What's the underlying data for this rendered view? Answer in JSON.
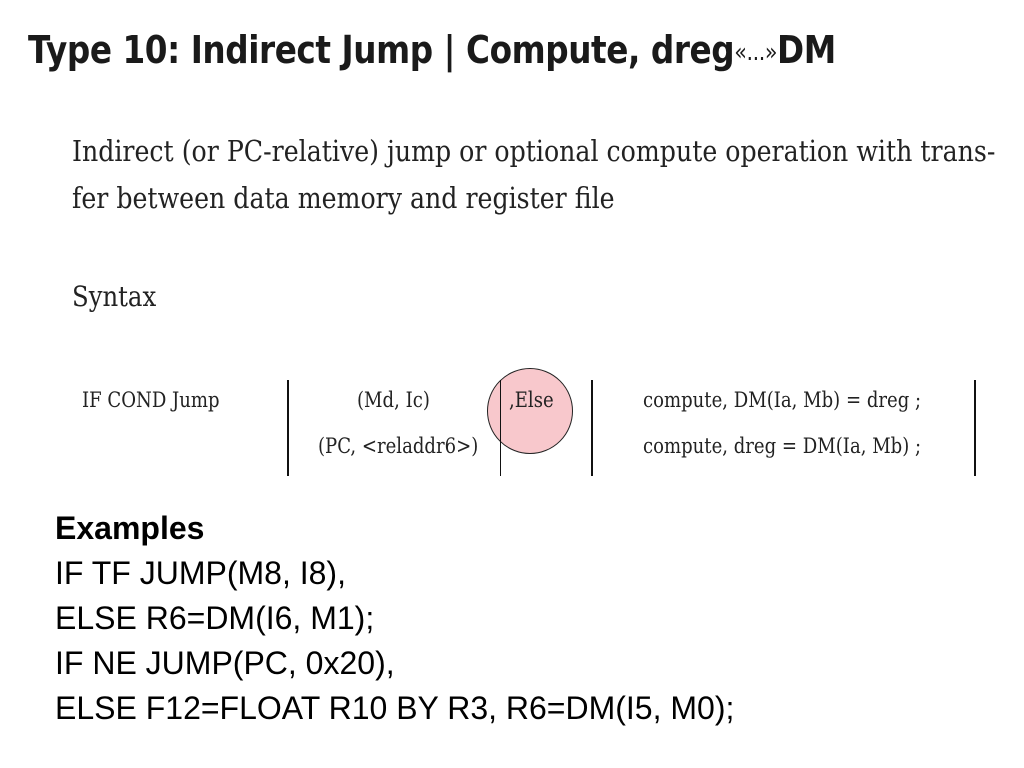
{
  "title": {
    "main": "Type 10: Indirect Jump | Compute, dreg",
    "chevrons": "«...»",
    "tail": "DM"
  },
  "description": {
    "lines": [
      "Indirect (or PC-relative) jump or optional compute operation with trans-",
      "fer between data memory and register file"
    ]
  },
  "syntax": {
    "heading": "Syntax",
    "condition": "IF  COND  Jump",
    "targets": [
      "(Md, Ic)",
      "(PC, <reladdr6>)"
    ],
    "else_label": ",Else",
    "operations": [
      "compute, DM(Ia, Mb) = dreg ;",
      "compute, dreg = DM(Ia, Mb) ;"
    ],
    "highlight_color": "#f8c8cc"
  },
  "examples": {
    "heading": "Examples",
    "lines": [
      "IF TF JUMP(M8, I8),",
      "ELSE R6=DM(I6, M1);",
      "IF NE JUMP(PC, 0x20),",
      "ELSE F12=FLOAT R10 BY R3, R6=DM(I5, M0);"
    ]
  }
}
